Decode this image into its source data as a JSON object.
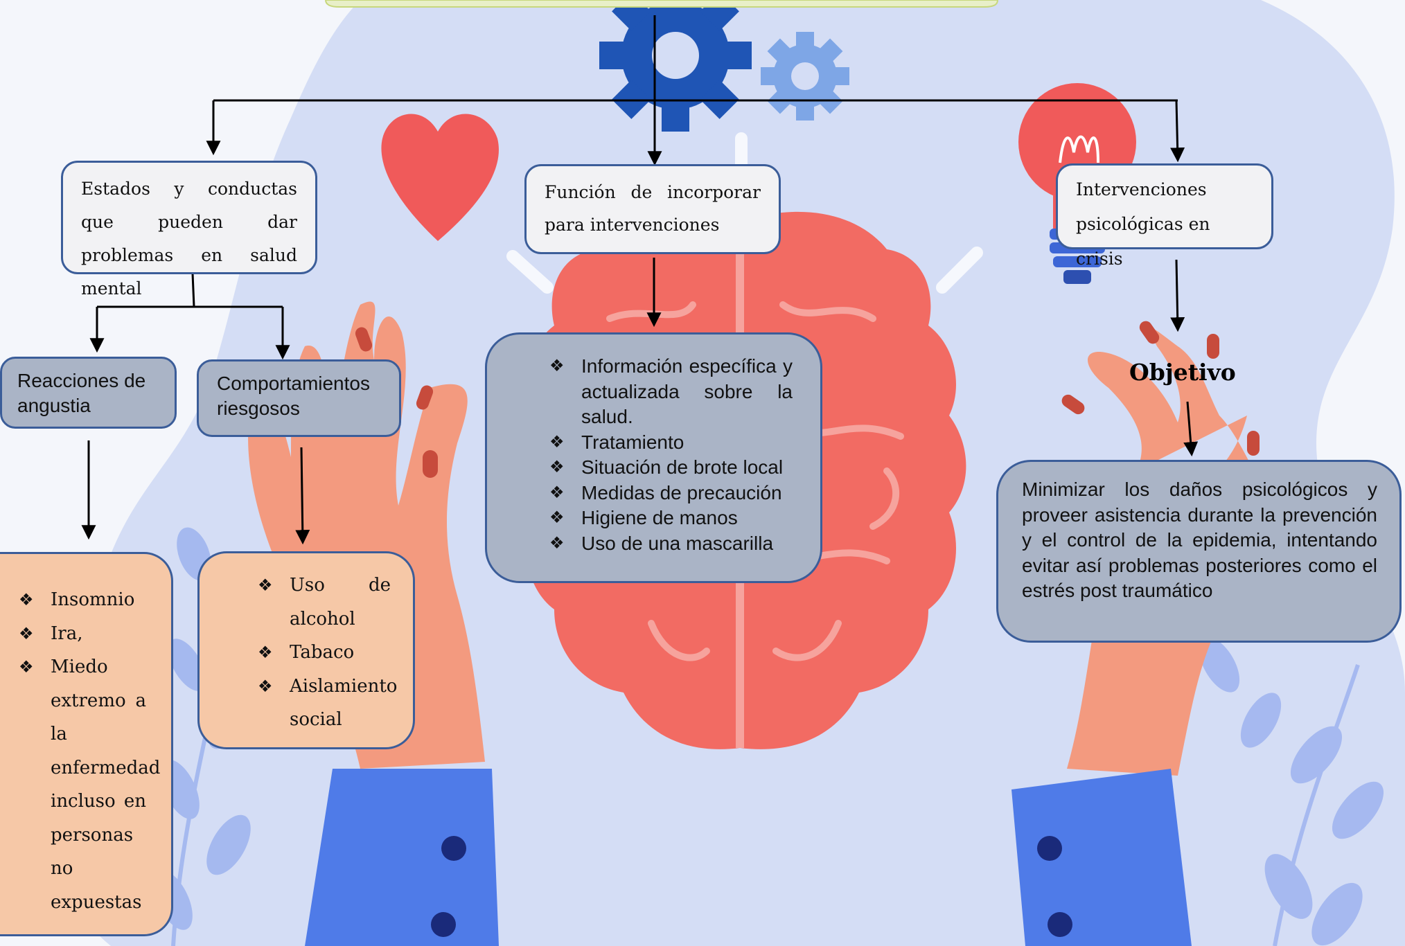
{
  "colors": {
    "background_blob": "#d4ddf5",
    "box_border": "#3b5d99",
    "white_box_fill": "#f2f2f4",
    "grey_box_fill": "#aab4c6",
    "peach_box_fill": "#f6c8a7",
    "brain": "#f26b63",
    "heart": "#f05a5a",
    "gear_dark": "#1f55b5",
    "gear_light": "#7ea6e6",
    "bulb": "#f05a5a",
    "sleeve": "#4f7be8",
    "skin": "#f39a7f"
  },
  "icons": [
    "gear-icon",
    "heart-icon",
    "brain-icon",
    "lightbulb-icon",
    "hand-icon",
    "leaf-icon"
  ],
  "diagram": {
    "left_branch": {
      "title": "Estados y conductas que pueden dar problemas en salud mental",
      "children": [
        {
          "label": "Reacciones de angustia",
          "items": [
            "Insomnio",
            "Ira,",
            "Miedo extremo a la enfermedad incluso en personas no expuestas"
          ]
        },
        {
          "label": "Comportamientos riesgosos",
          "items": [
            "Uso de alcohol",
            "Tabaco",
            "Aislamiento social"
          ]
        }
      ]
    },
    "center_branch": {
      "title": "Función de incorporar para intervenciones",
      "items": [
        "Información específica y actualizada sobre la salud.",
        "Tratamiento",
        "Situación de brote local",
        "Medidas de precaución",
        "Higiene de manos",
        "Uso de una mascarilla"
      ]
    },
    "right_branch": {
      "title": "Intervenciones psicológicas en crisis",
      "objective_label": "Objetivo",
      "objective_text": "Minimizar los daños psicológicos y proveer asistencia durante la prevención y el control de la epidemia, intentando evitar así problemas posteriores como el estrés post traumático"
    },
    "bullet_glyph": "❖"
  }
}
